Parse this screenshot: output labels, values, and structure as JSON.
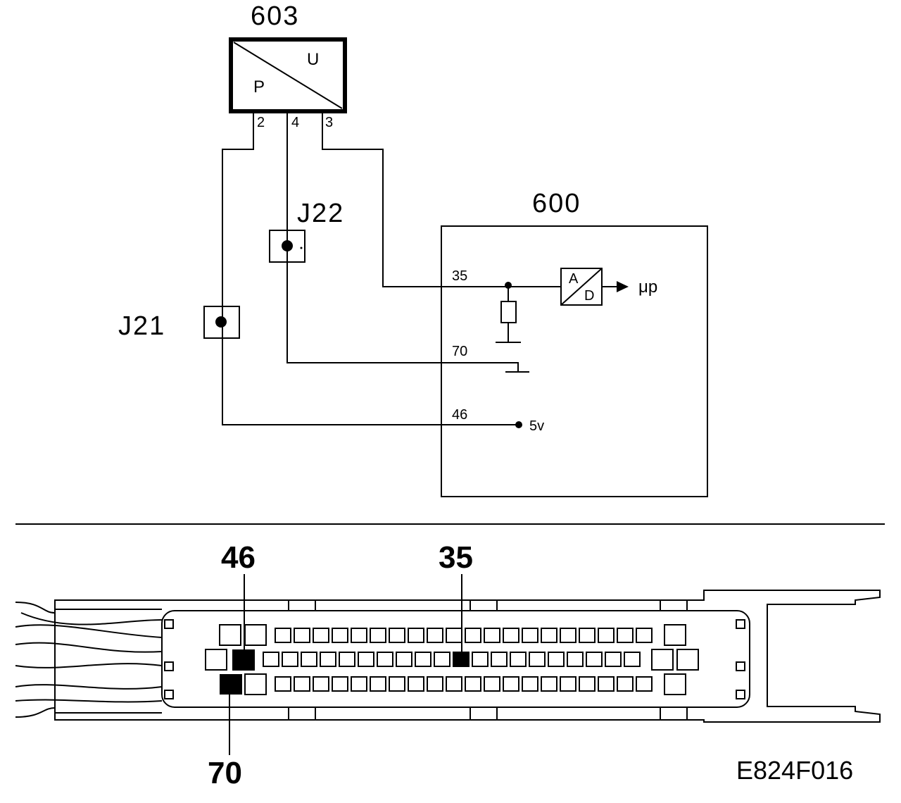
{
  "sensor": {
    "id": "603",
    "label_p": "P",
    "label_u": "U",
    "pins": [
      "2",
      "4",
      "3"
    ]
  },
  "ecu": {
    "id": "600",
    "pin_signal": "35",
    "pin_ground": "70",
    "pin_supply": "46",
    "adc_a": "A",
    "adc_d": "D",
    "output": "μp",
    "supply_voltage": "5v"
  },
  "junctions": {
    "j21": "J21",
    "j22": "J22"
  },
  "connector": {
    "pin_46": "46",
    "pin_35": "35",
    "pin_70": "70"
  },
  "figure_ref": "E824F016"
}
